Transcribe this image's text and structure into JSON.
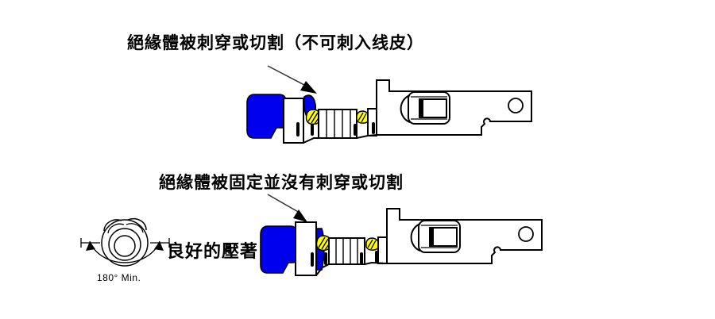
{
  "colors": {
    "insulation_blue": "#0000EE",
    "conductor_yellow": "#FFFF00",
    "line_black": "#000000",
    "background": "#FFFFFF"
  },
  "figure_top": {
    "caption": "絕緣體被刺穿或切割（不可刺入线皮）"
  },
  "figure_bottom": {
    "caption": "絕緣體被固定並沒有刺穿或切割",
    "quality_label": "良好的壓著",
    "cross_section": {
      "angle_label": "180° Min."
    }
  }
}
